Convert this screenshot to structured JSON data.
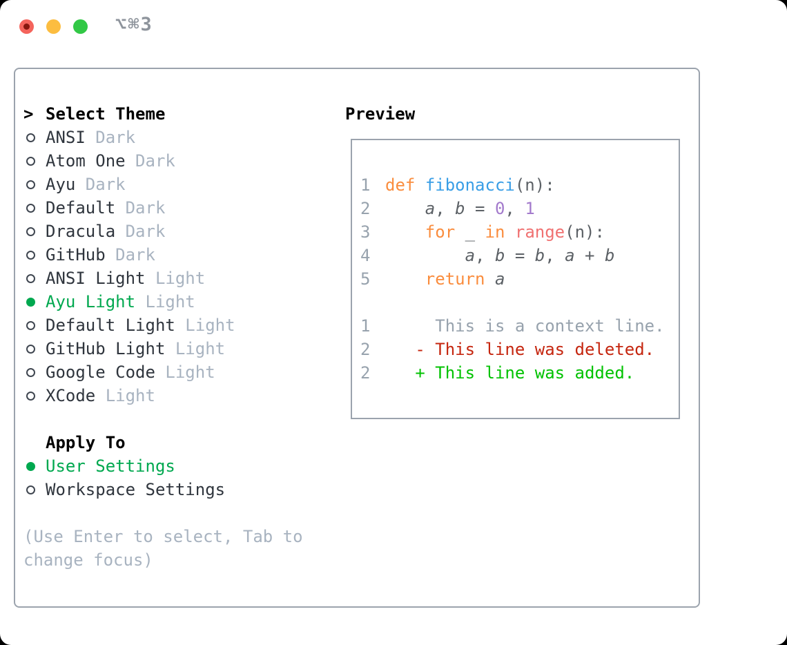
{
  "window": {
    "shortcut_label": "⌥⌘3"
  },
  "colors": {
    "accent_green": "#00a84f",
    "diff_red": "#c5260f",
    "diff_green": "#00c200",
    "panel_border": "#9ba3ad",
    "syntax_keyword": "#fa8d3e",
    "syntax_function": "#399ee6",
    "syntax_number": "#a37acc",
    "syntax_builtin": "#f07171",
    "syntax_text": "#5c6166",
    "traffic_red": "#f4645c",
    "traffic_yellow": "#fcbd40",
    "traffic_green": "#32c846"
  },
  "left_panel": {
    "select_theme": {
      "prompt": ">",
      "header": "Select Theme",
      "items": [
        {
          "name": "ANSI",
          "variant": "Dark",
          "selected": false
        },
        {
          "name": "Atom One",
          "variant": "Dark",
          "selected": false
        },
        {
          "name": "Ayu",
          "variant": "Dark",
          "selected": false
        },
        {
          "name": "Default",
          "variant": "Dark",
          "selected": false
        },
        {
          "name": "Dracula",
          "variant": "Dark",
          "selected": false
        },
        {
          "name": "GitHub",
          "variant": "Dark",
          "selected": false
        },
        {
          "name": "ANSI Light",
          "variant": "Light",
          "selected": false
        },
        {
          "name": "Ayu Light",
          "variant": "Light",
          "selected": true
        },
        {
          "name": "Default Light",
          "variant": "Light",
          "selected": false
        },
        {
          "name": "GitHub Light",
          "variant": "Light",
          "selected": false
        },
        {
          "name": "Google Code",
          "variant": "Light",
          "selected": false
        },
        {
          "name": "XCode",
          "variant": "Light",
          "selected": false
        }
      ]
    },
    "apply_to": {
      "header": "Apply To",
      "options": [
        {
          "label": "User Settings",
          "selected": true
        },
        {
          "label": "Workspace Settings",
          "selected": false
        }
      ]
    },
    "hint_line1": "(Use Enter to select, Tab to",
    "hint_line2": "change focus)"
  },
  "preview": {
    "title": "Preview",
    "lines": [
      {
        "num": "1",
        "tokens": [
          {
            "text": "def",
            "style": "keyword"
          },
          {
            "text": " ",
            "style": "text"
          },
          {
            "text": "fibonacci",
            "style": "function"
          },
          {
            "text": "(n):",
            "style": "text"
          }
        ]
      },
      {
        "num": "2",
        "tokens": [
          {
            "text": "    ",
            "style": "text"
          },
          {
            "text": "a",
            "style": "variable"
          },
          {
            "text": ", ",
            "style": "text"
          },
          {
            "text": "b",
            "style": "variable"
          },
          {
            "text": " = ",
            "style": "text"
          },
          {
            "text": "0",
            "style": "number"
          },
          {
            "text": ", ",
            "style": "text"
          },
          {
            "text": "1",
            "style": "number"
          }
        ]
      },
      {
        "num": "3",
        "tokens": [
          {
            "text": "    ",
            "style": "text"
          },
          {
            "text": "for",
            "style": "keyword"
          },
          {
            "text": " _ ",
            "style": "text"
          },
          {
            "text": "in",
            "style": "keyword"
          },
          {
            "text": " ",
            "style": "text"
          },
          {
            "text": "range",
            "style": "call"
          },
          {
            "text": "(n):",
            "style": "text"
          }
        ]
      },
      {
        "num": "4",
        "tokens": [
          {
            "text": "        ",
            "style": "text"
          },
          {
            "text": "a",
            "style": "variable"
          },
          {
            "text": ", ",
            "style": "text"
          },
          {
            "text": "b",
            "style": "variable"
          },
          {
            "text": " = ",
            "style": "text"
          },
          {
            "text": "b",
            "style": "variable"
          },
          {
            "text": ", ",
            "style": "text"
          },
          {
            "text": "a",
            "style": "variable"
          },
          {
            "text": " + ",
            "style": "text"
          },
          {
            "text": "b",
            "style": "variable"
          }
        ]
      },
      {
        "num": "5",
        "tokens": [
          {
            "text": "    ",
            "style": "text"
          },
          {
            "text": "return",
            "style": "keyword"
          },
          {
            "text": " ",
            "style": "text"
          },
          {
            "text": "a",
            "style": "variable"
          }
        ]
      },
      {
        "num": "",
        "tokens": []
      },
      {
        "num": "1",
        "tokens": [
          {
            "text": "     This is a context line.",
            "style": "context"
          }
        ]
      },
      {
        "num": "2",
        "tokens": [
          {
            "text": "   - This line was deleted.",
            "style": "deleted"
          }
        ]
      },
      {
        "num": "2",
        "tokens": [
          {
            "text": "   + This line was added.",
            "style": "added"
          }
        ]
      }
    ]
  }
}
